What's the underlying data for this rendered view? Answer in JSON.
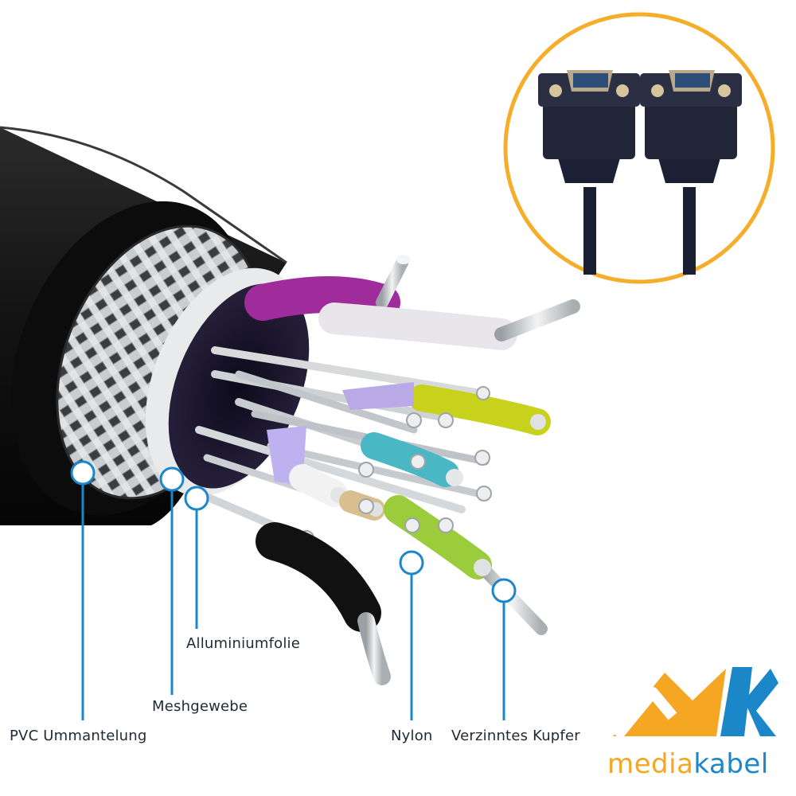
{
  "labels": {
    "pvc": "PVC Ummantelung",
    "mesh": "Meshgewebe",
    "alu": "Alluminiumfolie",
    "nylon": "Nylon",
    "copper": "Verzinntes Kupfer"
  },
  "logo": {
    "text_part1": "media",
    "text_part2": "kabel",
    "color_orange": "#f5a623",
    "color_blue": "#1b87c9"
  },
  "colors": {
    "callout_blue": "#1b87c9",
    "inset_ring": "#f5ad2a",
    "jacket": "#121212"
  }
}
